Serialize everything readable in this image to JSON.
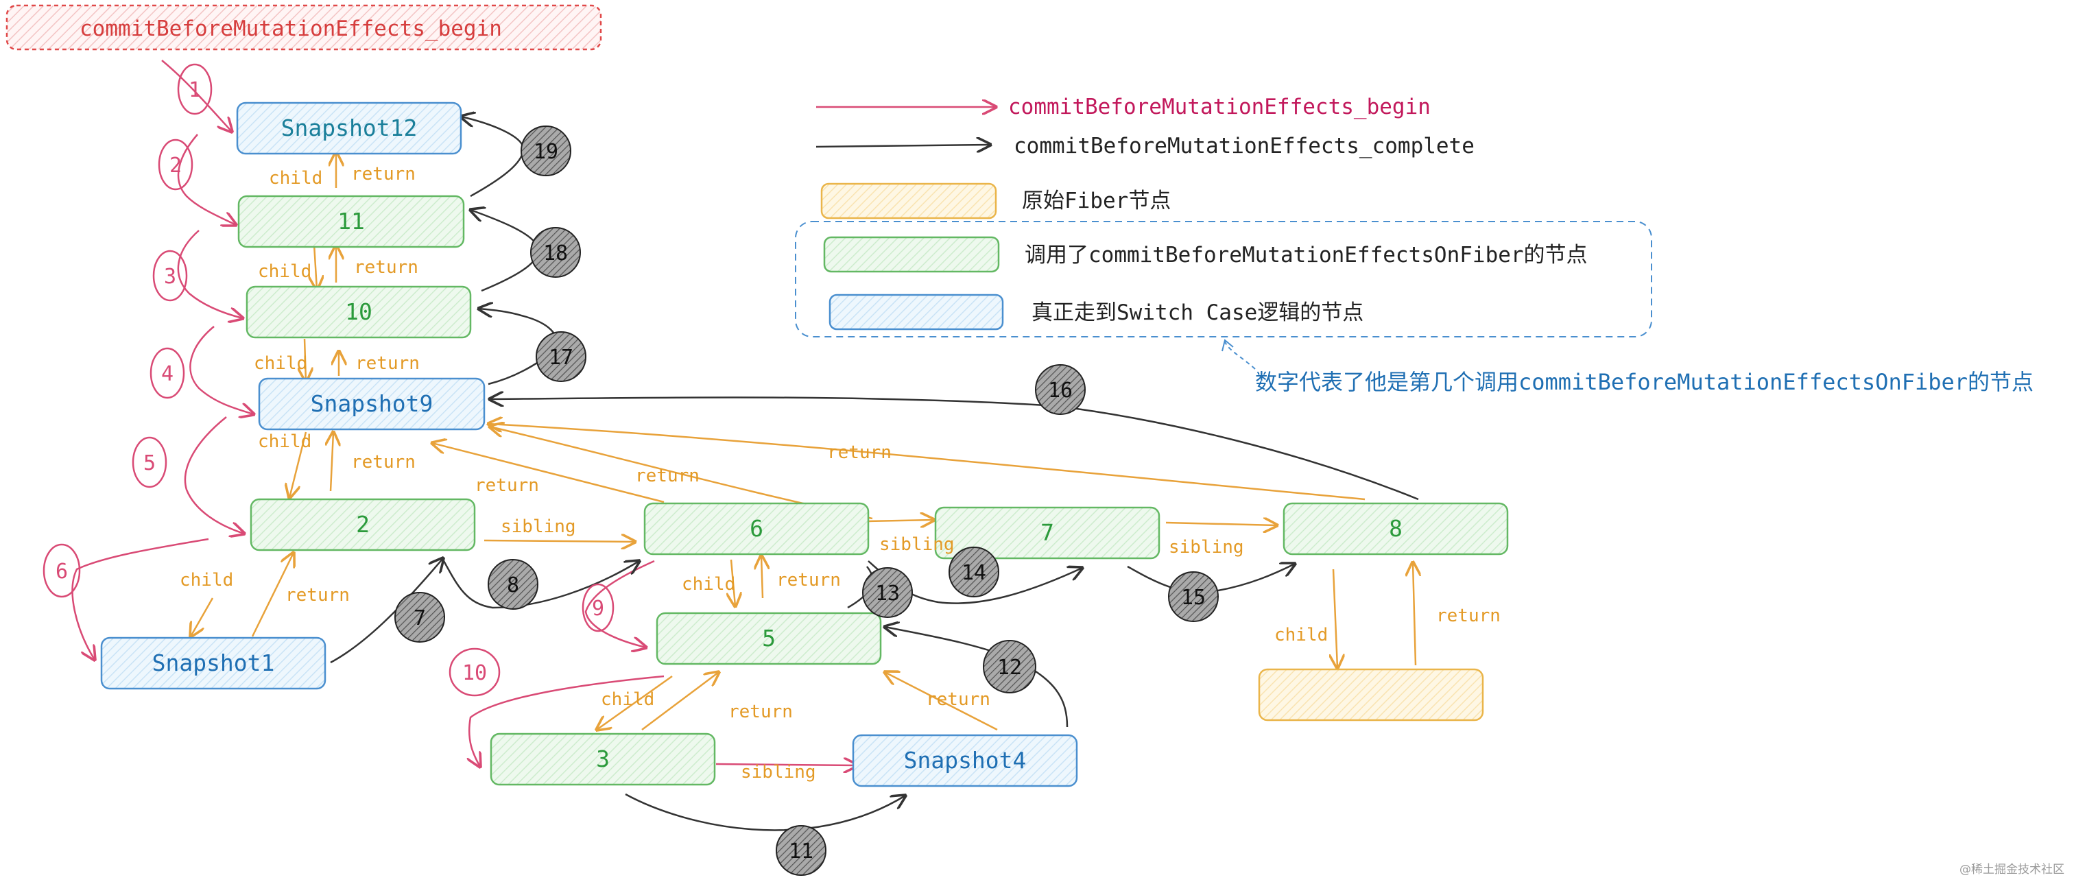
{
  "title_tag": "commitBeforeMutationEffects_begin",
  "legend": {
    "begin_arrow": "commitBeforeMutationEffects_begin",
    "complete_arrow": "commitBeforeMutationEffects_complete",
    "original_fiber": "原始Fiber节点",
    "called_fiber": "调用了commitBeforeMutationEffectsOnFiber的节点",
    "switch_case_fiber": "真正走到Switch Case逻辑的节点",
    "note": "数字代表了他是第几个调用commitBeforeMutationEffectsOnFiber的节点"
  },
  "nodes": [
    {
      "id": "snapshot12",
      "label": "Snapshot12",
      "kind": "blue"
    },
    {
      "id": "n11",
      "label": "11",
      "kind": "green"
    },
    {
      "id": "n10",
      "label": "10",
      "kind": "green"
    },
    {
      "id": "snapshot9",
      "label": "Snapshot9",
      "kind": "blue"
    },
    {
      "id": "n2",
      "label": "2",
      "kind": "green"
    },
    {
      "id": "snapshot1",
      "label": "Snapshot1",
      "kind": "blue"
    },
    {
      "id": "n6",
      "label": "6",
      "kind": "green"
    },
    {
      "id": "n7",
      "label": "7",
      "kind": "green"
    },
    {
      "id": "n8",
      "label": "8",
      "kind": "green"
    },
    {
      "id": "n5",
      "label": "5",
      "kind": "green"
    },
    {
      "id": "n3",
      "label": "3",
      "kind": "green"
    },
    {
      "id": "snapshot4",
      "label": "Snapshot4",
      "kind": "blue"
    },
    {
      "id": "fiber_leaf",
      "label": "",
      "kind": "yellow"
    }
  ],
  "edge_labels": {
    "child": "child",
    "return": "return",
    "sibling": "sibling"
  },
  "begin_steps": [
    "1",
    "2",
    "3",
    "4",
    "5",
    "6",
    "9",
    "10"
  ],
  "complete_steps": [
    "7",
    "8",
    "11",
    "12",
    "13",
    "14",
    "15",
    "16",
    "17",
    "18",
    "19"
  ],
  "watermark": "@稀土掘金技术社区",
  "colors": {
    "begin": "#d94a75",
    "complete": "#333333",
    "link": "#e8a23a",
    "green_fill": "#e6f6e6",
    "green_stroke": "#63b863",
    "green_text": "#2b9a3b",
    "blue_fill": "#e4f2fb",
    "blue_stroke": "#4a8fcf",
    "blue_text": "#1f6fb3",
    "yellow_fill": "#fdf2d8",
    "yellow_stroke": "#eab54a",
    "note_text": "#1f6fb3",
    "title_text": "#d63d3d"
  }
}
